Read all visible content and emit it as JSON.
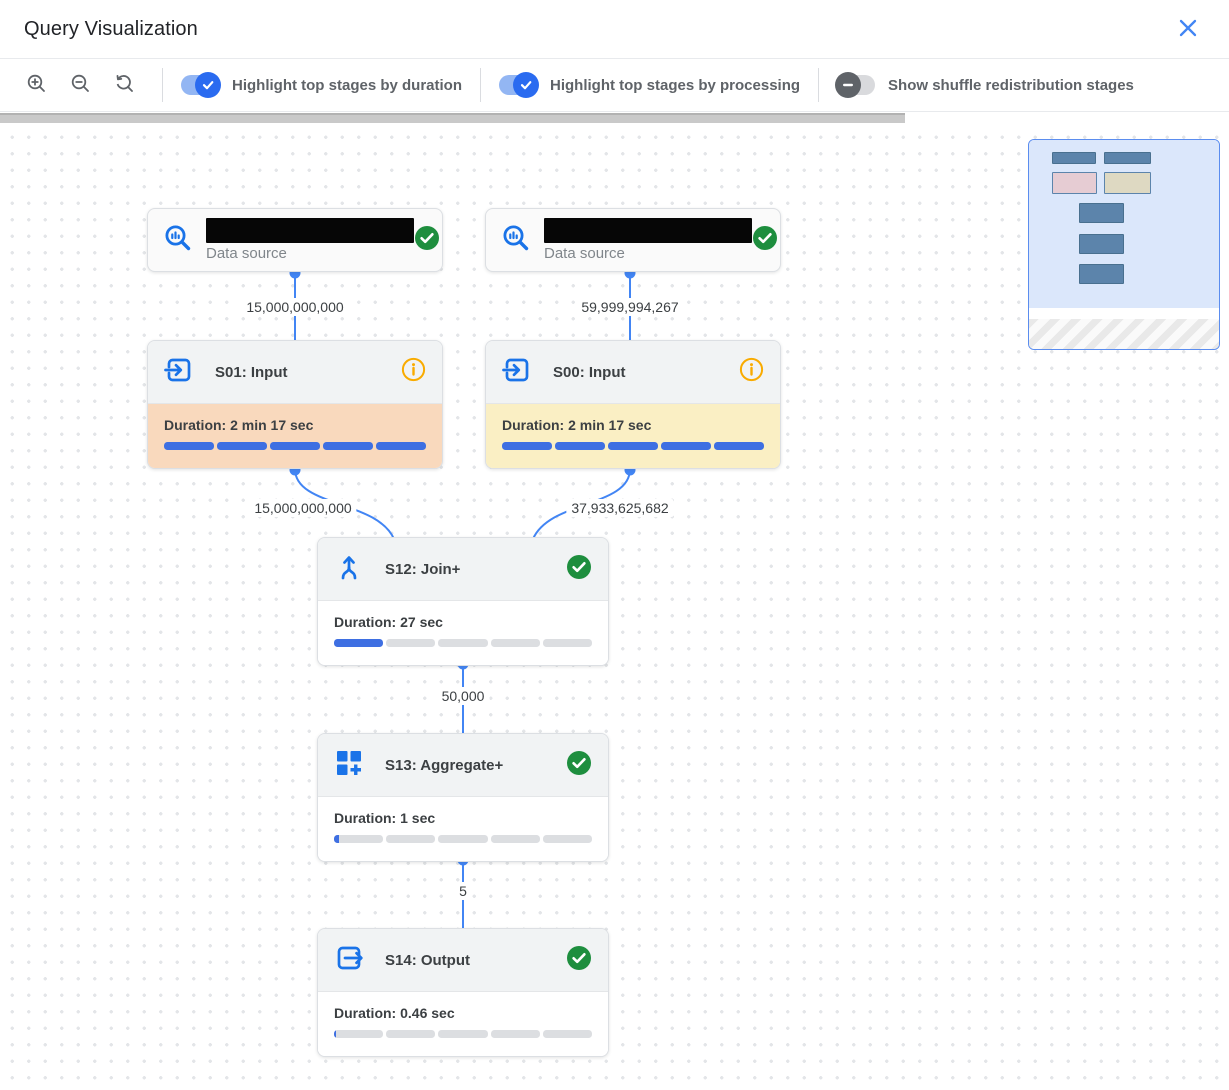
{
  "header": {
    "title": "Query Visualization"
  },
  "toolbar": {
    "zoom_icons": [
      "zoom-in",
      "zoom-out",
      "zoom-reset"
    ],
    "toggles": [
      {
        "label": "Highlight top stages by duration",
        "state": "on"
      },
      {
        "label": "Highlight top stages by processing",
        "state": "on"
      },
      {
        "label": "Show shuffle redistribution stages",
        "state": "off"
      }
    ]
  },
  "graph": {
    "nodes": [
      {
        "id": "ds1",
        "type": "data-source",
        "label": "Data source",
        "name_redacted": true,
        "status": "success"
      },
      {
        "id": "ds2",
        "type": "data-source",
        "label": "Data source",
        "name_redacted": true,
        "status": "success"
      },
      {
        "id": "s01",
        "title": "S01: Input",
        "duration_label": "Duration: 2 min 17 sec",
        "progress_pct": 100,
        "highlight": "top-duration",
        "status": "info"
      },
      {
        "id": "s00",
        "title": "S00: Input",
        "duration_label": "Duration: 2 min 17 sec",
        "progress_pct": 100,
        "highlight": "top-processing",
        "status": "info"
      },
      {
        "id": "s12",
        "title": "S12: Join+",
        "duration_label": "Duration: 27 sec",
        "progress_pct": 20,
        "status": "success"
      },
      {
        "id": "s13",
        "title": "S13: Aggregate+",
        "duration_label": "Duration: 1 sec",
        "progress_pct": 2,
        "status": "success"
      },
      {
        "id": "s14",
        "title": "S14: Output",
        "duration_label": "Duration: 0.46 sec",
        "progress_pct": 1,
        "status": "success"
      }
    ],
    "edges": [
      {
        "from": "ds1",
        "to": "s01",
        "label": "15,000,000,000"
      },
      {
        "from": "ds2",
        "to": "s00",
        "label": "59,999,994,267"
      },
      {
        "from": "s01",
        "to": "s12",
        "label": "15,000,000,000"
      },
      {
        "from": "s00",
        "to": "s12",
        "label": "37,933,625,682"
      },
      {
        "from": "s12",
        "to": "s13",
        "label": "50,000"
      },
      {
        "from": "s13",
        "to": "s14",
        "label": "5"
      }
    ]
  },
  "colors": {
    "accent_blue": "#4285f4",
    "icon_blue": "#1a73e8",
    "bar_fill": "#3e6fe2",
    "bar_empty": "#dcdee1",
    "highlight_duration": "#f9d9bd",
    "highlight_processing": "#faefc4",
    "success_green": "#1e8e3e",
    "info_orange": "#f9ab00",
    "minimap_block": "#5c84ab",
    "minimap_viewport": "#dbe7fb"
  }
}
